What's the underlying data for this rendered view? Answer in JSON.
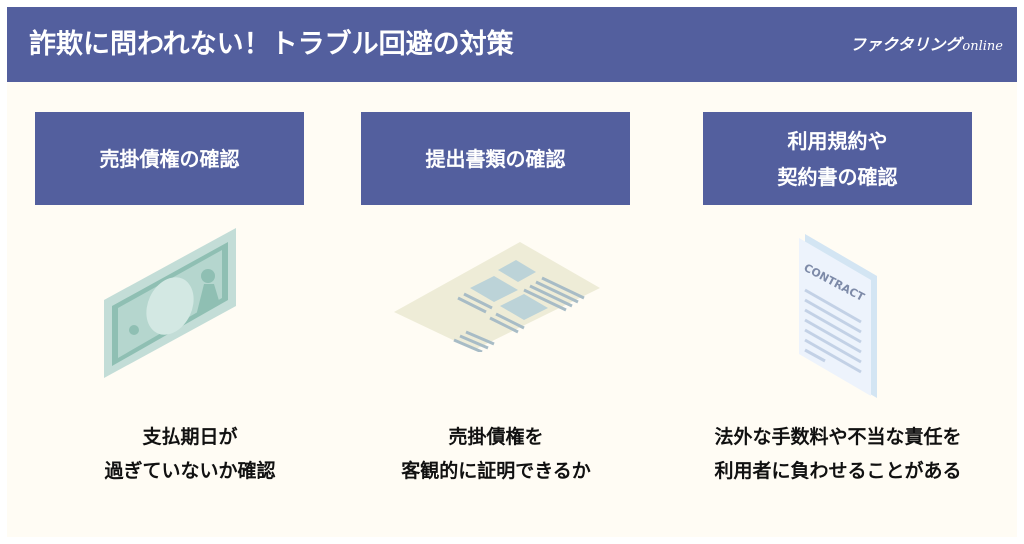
{
  "header": {
    "title": "詐欺に問われない！トラブル回避の対策",
    "brand_jp": "ファクタリング",
    "brand_en": "online"
  },
  "columns": [
    {
      "title": "売掛債権の確認",
      "illustration": "banknote-icon",
      "description": "支払期日が\n過ぎていないか確認"
    },
    {
      "title": "提出書類の確認",
      "illustration": "document-sheet-icon",
      "description": "売掛債権を\n客観的に証明できるか"
    },
    {
      "title": "利用規約や\n契約書の確認",
      "illustration": "contract-icon",
      "contract_label": "CONTRACT",
      "description": "法外な手数料や不当な責任を\n利用者に負わせることがある"
    }
  ],
  "colors": {
    "header_bg": "#535f9e",
    "panel_bg": "#fffcf4",
    "card_bg": "#535f9e"
  }
}
